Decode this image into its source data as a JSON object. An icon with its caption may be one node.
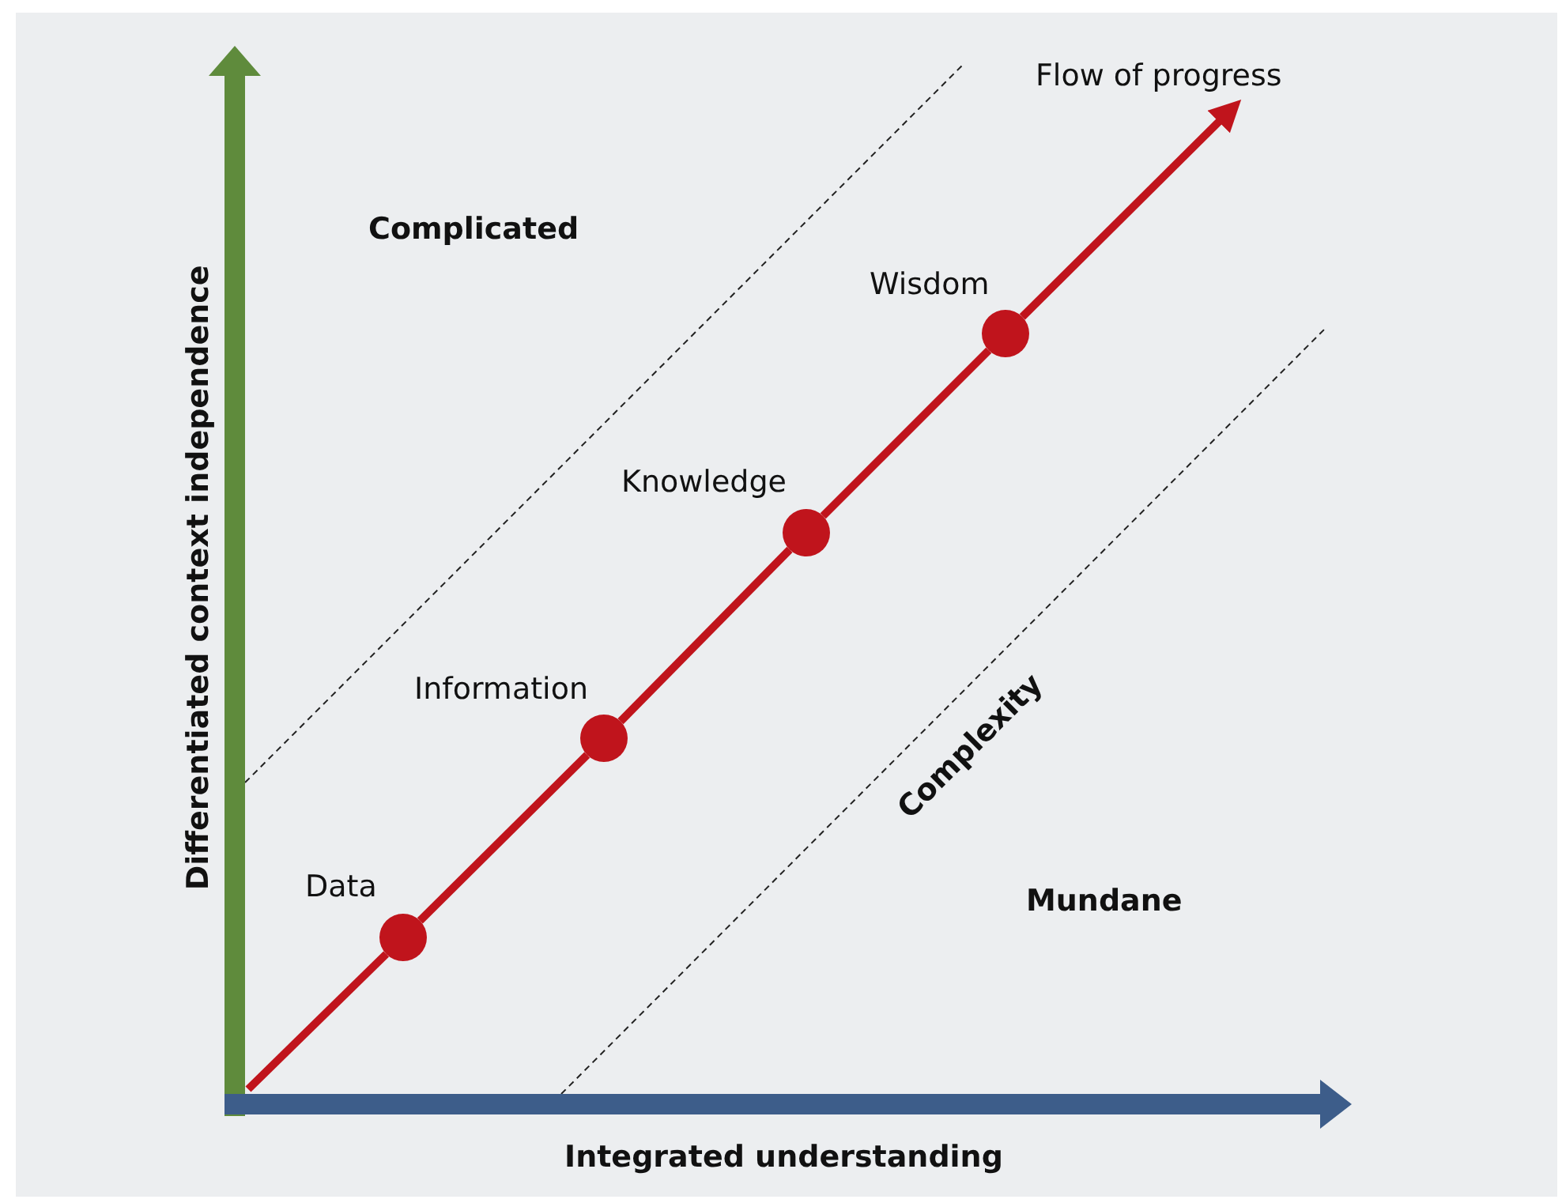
{
  "diagram": {
    "nodes": [
      {
        "text": [],
        "shape": "circle",
        "beside": [
          "Data"
        ]
      },
      {
        "text": [],
        "shape": "circle",
        "beside": [
          "Information"
        ]
      },
      {
        "text": [],
        "shape": "circle",
        "beside": [
          "Knowledge"
        ]
      },
      {
        "text": [],
        "shape": "circle",
        "beside": [
          "Wisdom"
        ]
      },
      {
        "text": [
          "Flow of progress"
        ]
      }
    ],
    "edges": [
      {
        "from": null,
        "to": 0,
        "arrow": "none"
      },
      {
        "from": 0,
        "to": 1,
        "arrow": "none"
      },
      {
        "from": 1,
        "to": 2,
        "arrow": "none"
      },
      {
        "from": 2,
        "to": 3,
        "arrow": "none"
      },
      {
        "from": 3,
        "to": 4,
        "arrow": "to"
      }
    ],
    "labels": [
      "Complicated",
      "Differentiated context independence",
      "Complexity",
      "Mundane",
      "Integrated understanding"
    ]
  }
}
